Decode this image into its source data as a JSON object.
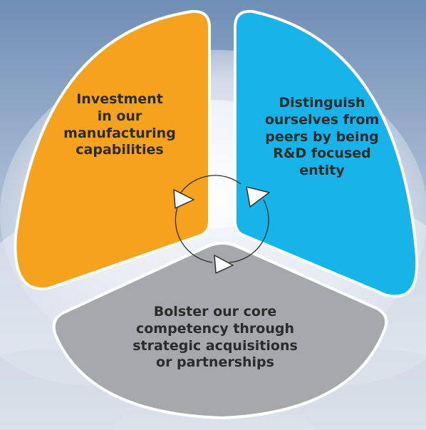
{
  "segments": {
    "left": {
      "text": "Investment\nin our\nmanufacturing\ncapabilities",
      "color": "#F5A21E"
    },
    "right": {
      "text": "Distinguish\nourselves from\npeers by being\nR&D focused\nentity",
      "color": "#16B4E8"
    },
    "bottom": {
      "text": "Bolster our core\ncompetency through\nstrategic acquisitions\nor partnerships",
      "color": "#A6A8AB"
    }
  },
  "colors": {
    "sky_top": "#6F8EB6",
    "sky_mid": "#A9BCD4",
    "cloud": "#EEF1F5",
    "outline": "#FFFFFF",
    "arrow_stroke": "#2E2E2E"
  },
  "icons": [
    "cycle-arrow-icon",
    "cycle-arrow-icon",
    "cycle-arrow-icon"
  ]
}
